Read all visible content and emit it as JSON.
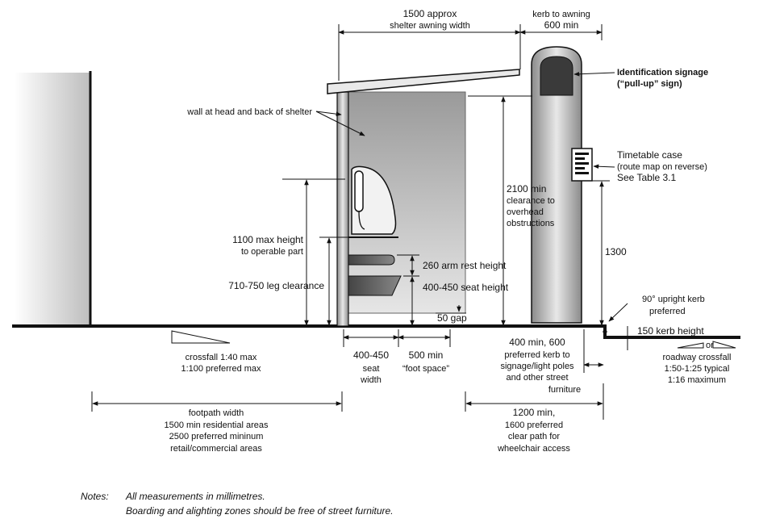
{
  "labels": {
    "awning_width": [
      "1500 approx",
      "shelter awning width"
    ],
    "kerb_to_awning": [
      "kerb to awning",
      "600 min"
    ],
    "identification_signage": [
      "Identification signage",
      "(“pull-up” sign)"
    ],
    "wall_head_back": "wall at head and back of shelter",
    "timetable_case": [
      "Timetable case",
      "(route map on reverse)",
      "See Table 3.1"
    ],
    "clearance": [
      "2100 min",
      "clearance to",
      "overhead",
      "obstructions"
    ],
    "operable_height": [
      "1100 max height",
      "to operable part"
    ],
    "leg_clearance": "710-750 leg clearance",
    "arm_rest": "260 arm rest height",
    "seat_height": "400-450 seat height",
    "gap": "50 gap",
    "pole_height": "1300",
    "upright_kerb": [
      "90° upright kerb",
      "preferred"
    ],
    "kerb_height": "150 kerb height",
    "crossfall": [
      "crossfall 1:40 max",
      "1:100 preferred max"
    ],
    "seat_width": [
      "400-450",
      "seat",
      "width"
    ],
    "foot_space": [
      "500 min",
      "“foot space”"
    ],
    "kerb_to_poles": [
      "400 min, 600",
      "preferred kerb to",
      "signage/light poles",
      "and other street",
      "furniture"
    ],
    "or": "or",
    "roadway_crossfall": [
      "roadway crossfall",
      "1:50-1:25 typical",
      "1:16 maximum"
    ],
    "footpath_width": [
      "footpath width",
      "1500 min residential areas",
      "2500 preferred mininum",
      "retail/commercial areas"
    ],
    "clear_path": [
      "1200 min,",
      "1600 preferred",
      "clear path for",
      "wheelchair access"
    ]
  },
  "notes": {
    "heading": "Notes:",
    "lines": [
      "All measurements in millimetres.",
      "Boarding and alighting zones should be free of street furniture."
    ]
  }
}
